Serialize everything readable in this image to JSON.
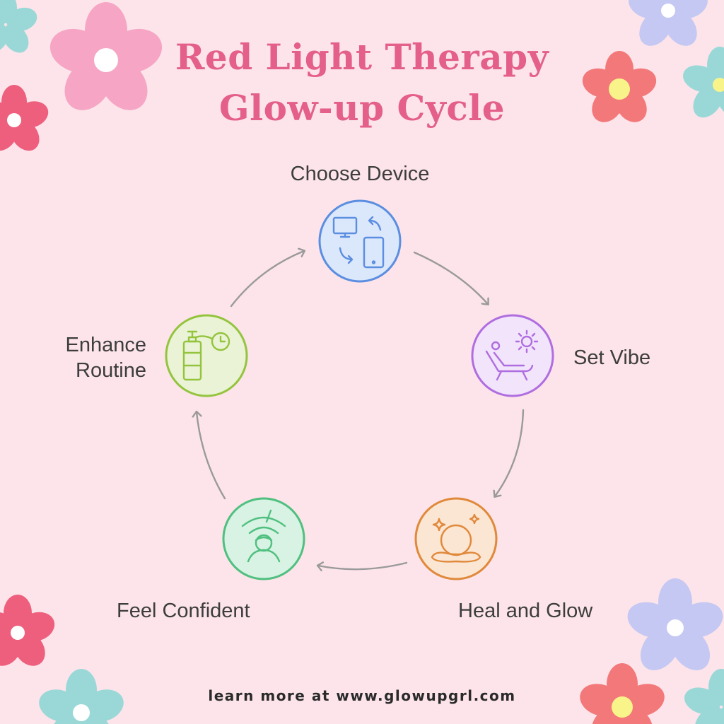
{
  "title": {
    "line1": "Red Light Therapy",
    "line2": "Glow-up Cycle"
  },
  "steps": [
    {
      "label": "Choose Device",
      "icon": "device-sync-icon",
      "color": "#5b8ee0",
      "fill": "#dbe7fb"
    },
    {
      "label": "Set Vibe",
      "icon": "lounge-chair-sun-icon",
      "color": "#b06de0",
      "fill": "#f1e4fb"
    },
    {
      "label": "Heal and Glow",
      "icon": "meditation-sparkle-icon",
      "color": "#e0893a",
      "fill": "#fbe5d3"
    },
    {
      "label": "Feel Confident",
      "icon": "confident-face-icon",
      "color": "#4fc07f",
      "fill": "#d8f2e3"
    },
    {
      "label": "Enhance Routine",
      "icon": "bottle-clock-icon",
      "color": "#94c43e",
      "fill": "#eaf3d5"
    }
  ],
  "enhance_line1": "Enhance",
  "enhance_line2": "Routine",
  "footer": "learn more at www.glowupgrl.com",
  "colors": {
    "background": "#fce4ea",
    "title": "#e45f8a",
    "arrow": "#9a9a9a"
  }
}
